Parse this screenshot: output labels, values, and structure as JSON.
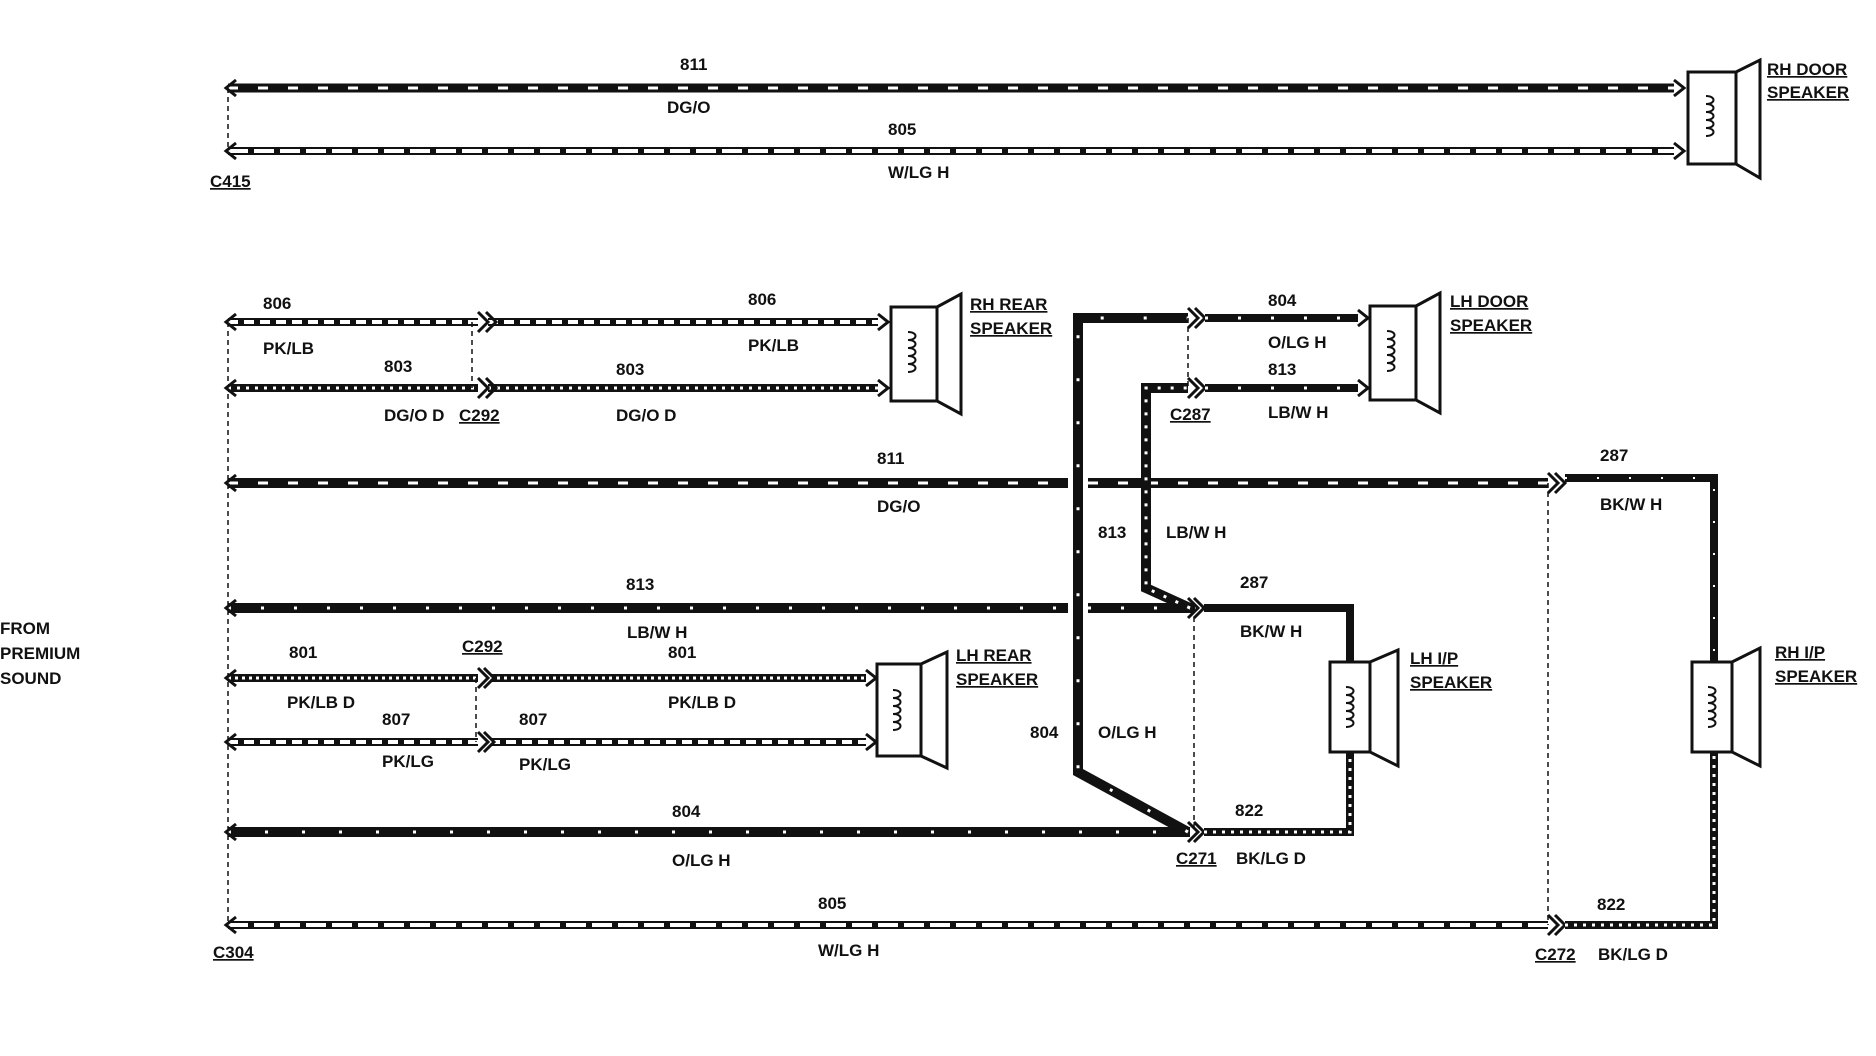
{
  "wires": {
    "w811_top": {
      "circuit": "811",
      "color": "DG/O"
    },
    "w805_top": {
      "circuit": "805",
      "color": "W/LG H"
    },
    "w806_left": {
      "circuit": "806",
      "color": "PK/LB"
    },
    "w806_right": {
      "circuit": "806",
      "color": "PK/LB"
    },
    "w803_left": {
      "circuit": "803",
      "color": "DG/O D"
    },
    "w803_right": {
      "circuit": "803",
      "color": "DG/O D"
    },
    "w811_mid": {
      "circuit": "811",
      "color": "DG/O"
    },
    "w813_mid": {
      "circuit": "813",
      "color": "LB/W H"
    },
    "w801_left": {
      "circuit": "801",
      "color": "PK/LB D"
    },
    "w801_right": {
      "circuit": "801",
      "color": "PK/LB D"
    },
    "w807_left": {
      "circuit": "807",
      "color": "PK/LG"
    },
    "w807_right": {
      "circuit": "807",
      "color": "PK/LG"
    },
    "w804_bottom": {
      "circuit": "804",
      "color": "O/LG H"
    },
    "w805_bottom": {
      "circuit": "805",
      "color": "W/LG H"
    },
    "w804_lhdoor": {
      "circuit": "804",
      "color": "O/LG H"
    },
    "w813_lhdoor": {
      "circuit": "813",
      "color": "LB/W H"
    },
    "w813_vert": {
      "circuit": "813",
      "color": "LB/W H"
    },
    "w804_vert": {
      "circuit": "804",
      "color": "O/LG H"
    },
    "w287_lhip": {
      "circuit": "287",
      "color": "BK/W H"
    },
    "w822_lhip": {
      "circuit": "822",
      "color": "BK/LG D"
    },
    "w287_rhip": {
      "circuit": "287",
      "color": "BK/W H"
    },
    "w822_rhip": {
      "circuit": "822",
      "color": "BK/LG D"
    }
  },
  "connectors": {
    "c415": "C415",
    "c292_upper": "C292",
    "c292_lower": "C292",
    "c287": "C287",
    "c271": "C271",
    "c304": "C304",
    "c272": "C272"
  },
  "speakers": {
    "rh_door": [
      "RH DOOR",
      "SPEAKER"
    ],
    "rh_rear": [
      "RH REAR",
      "SPEAKER"
    ],
    "lh_door": [
      "LH DOOR",
      "SPEAKER"
    ],
    "lh_rear": [
      "LH REAR",
      "SPEAKER"
    ],
    "lh_ip": [
      "LH I/P",
      "SPEAKER"
    ],
    "rh_ip": [
      "RH I/P",
      "SPEAKER"
    ]
  },
  "source": [
    "FROM",
    "PREMIUM",
    "SOUND"
  ]
}
